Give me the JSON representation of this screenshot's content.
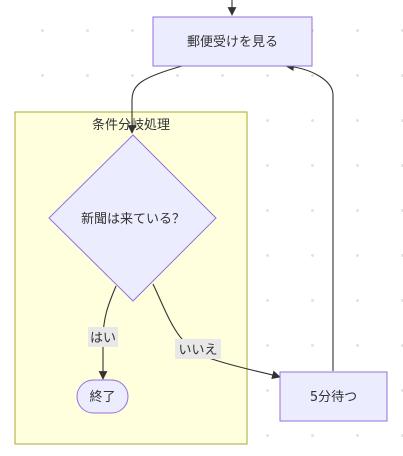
{
  "diagram": {
    "type": "flowchart",
    "subgraph": {
      "title": "条件分岐処理"
    },
    "nodes": {
      "check_mailbox": "郵便受けを見る",
      "decision": "新聞は来ている？",
      "end": "終了",
      "wait": "5分待つ"
    },
    "edge_labels": {
      "yes": "はい",
      "no": "いいえ"
    },
    "colors": {
      "node_fill": "#ECECFF",
      "node_stroke": "#9370DB",
      "cluster_fill": "#FFFFDE",
      "cluster_stroke": "#AAAA33",
      "edge": "#333333",
      "edge_label_bg": "#E8E8E8"
    }
  }
}
